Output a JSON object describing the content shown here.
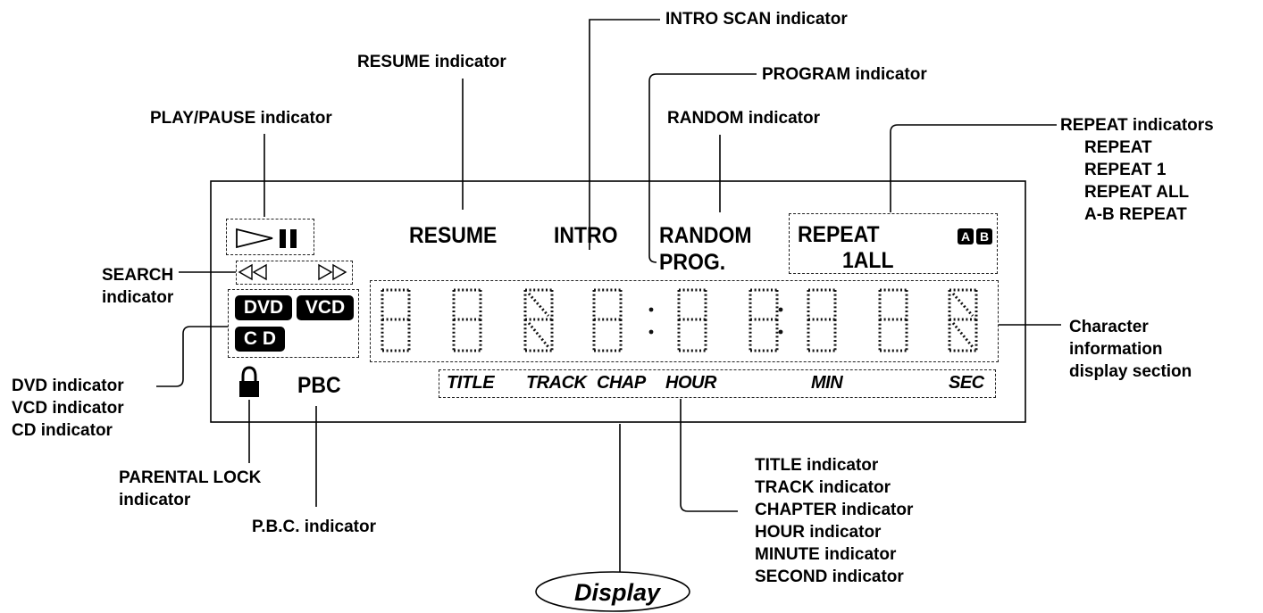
{
  "lcd": {
    "resume": "RESUME",
    "intro": "INTRO",
    "random": "RANDOM",
    "prog": "PROG.",
    "repeat": "REPEAT",
    "repeat_sub": "1ALL",
    "ab_a": "A",
    "ab_b": "B",
    "dvd": "DVD",
    "vcd": "VCD",
    "cd": "C D",
    "pbc": "PBC",
    "units": {
      "title": "TITLE",
      "track": "TRACK",
      "chap": "CHAP",
      "hour": "HOUR",
      "min": "MIN",
      "sec": "SEC"
    }
  },
  "callouts": {
    "intro_scan": "INTRO SCAN  indicator",
    "resume": "RESUME indicator",
    "program": "PROGRAM indicator",
    "play_pause": "PLAY/PAUSE indicator",
    "random": "RANDOM  indicator",
    "repeat_title": "REPEAT indicators",
    "repeat_items": [
      "REPEAT",
      "REPEAT 1",
      "REPEAT ALL",
      "A-B REPEAT"
    ],
    "search": [
      "SEARCH",
      "indicator"
    ],
    "disc": [
      "DVD indicator",
      "VCD indicator",
      "CD indicator"
    ],
    "parental": [
      "PARENTAL LOCK",
      "indicator"
    ],
    "pbc": "P.B.C. indicator",
    "character": [
      "Character",
      "information",
      "display section"
    ],
    "units": [
      "TITLE indicator",
      "TRACK indicator",
      "CHAPTER indicator",
      "HOUR indicator",
      "MINUTE indicator",
      "SECOND indicator"
    ]
  },
  "display_label": "Display",
  "icons": [
    "play-icon",
    "pause-icon",
    "rewind-icon",
    "fast-forward-icon",
    "padlock-icon"
  ]
}
